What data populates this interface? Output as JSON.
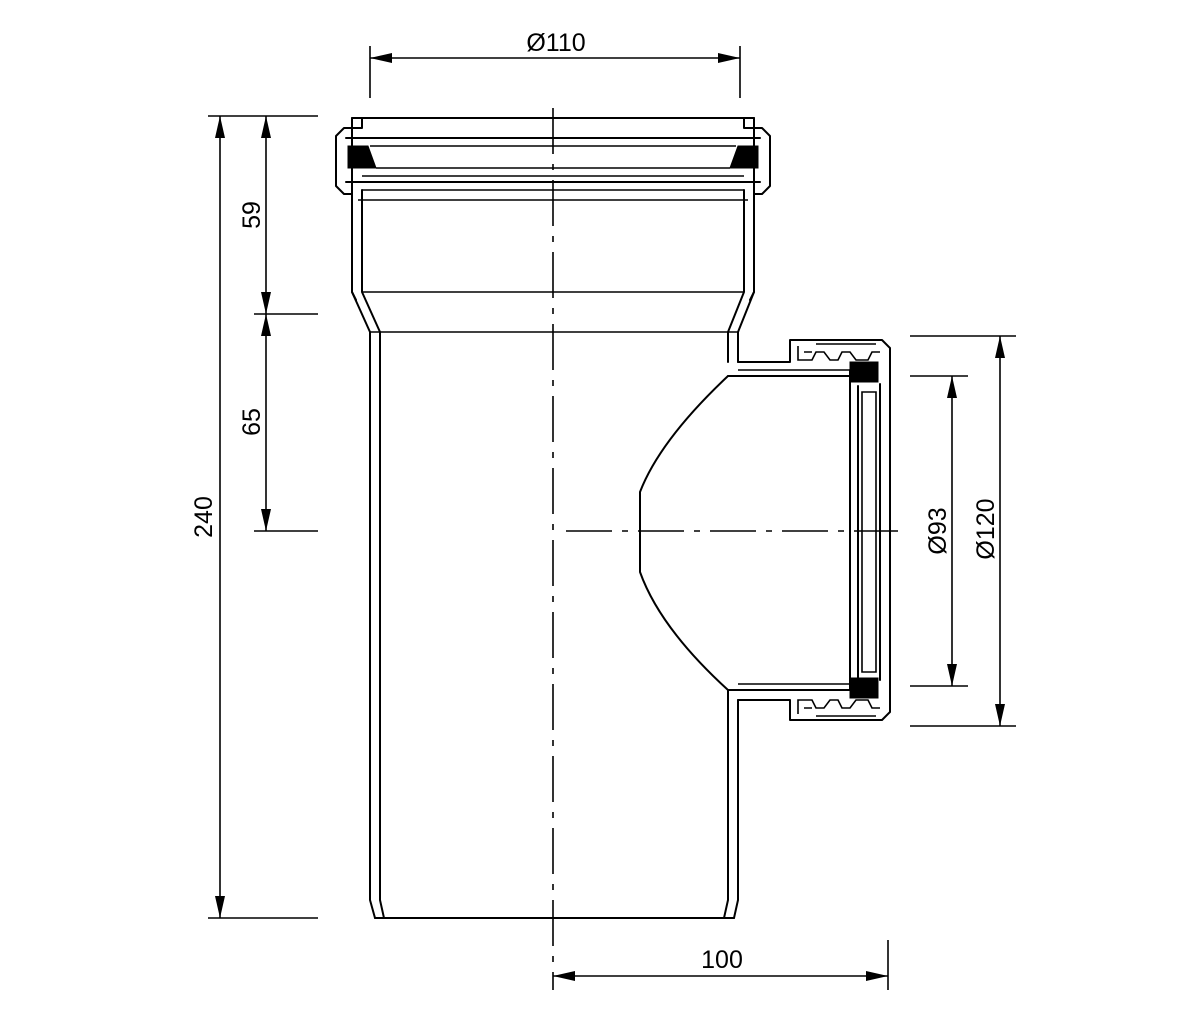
{
  "dimensions": {
    "top_diameter": "Ø110",
    "socket_depth": "59",
    "upper_to_branch_axis": "65",
    "total_height": "240",
    "branch_inner_diameter": "Ø93",
    "branch_outer_diameter": "Ø120",
    "branch_offset": "100"
  }
}
